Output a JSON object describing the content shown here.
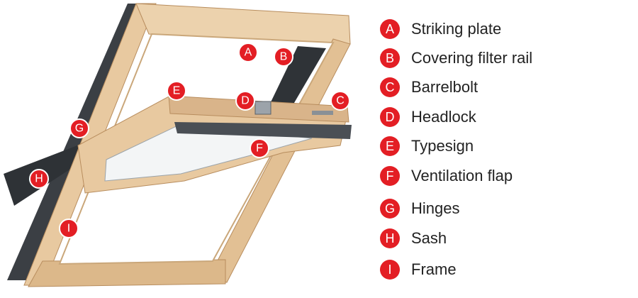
{
  "colors": {
    "badge": "#e31e24",
    "wood": "#e8c9a0",
    "wood_dark": "#c9a173",
    "aluminium": "#3b3f44",
    "glass": "#f3f5f6"
  },
  "legend": [
    {
      "letter": "A",
      "label": "Striking plate"
    },
    {
      "letter": "B",
      "label": "Covering filter rail"
    },
    {
      "letter": "C",
      "label": "Barrelbolt"
    },
    {
      "letter": "D",
      "label": "Headlock"
    },
    {
      "letter": "E",
      "label": "Typesign"
    },
    {
      "letter": "F",
      "label": "Ventilation flap"
    },
    {
      "letter": "G",
      "label": "Hinges"
    },
    {
      "letter": "H",
      "label": "Sash"
    },
    {
      "letter": "I",
      "label": "Frame"
    }
  ],
  "markers": {
    "a": "A",
    "b": "B",
    "c": "C",
    "d": "D",
    "e": "E",
    "f": "F",
    "g": "G",
    "h": "H",
    "i": "I"
  }
}
